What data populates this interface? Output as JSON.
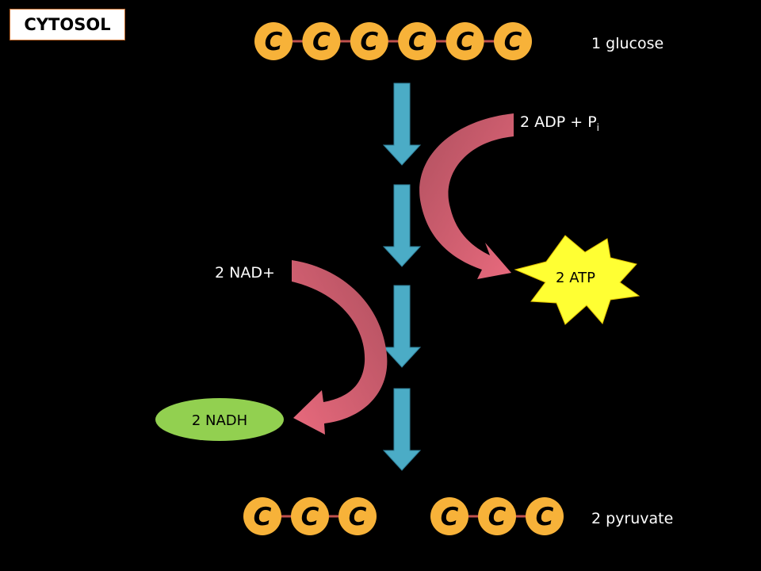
{
  "compartment_label": "CYTOSOL",
  "glucose": {
    "carbons": [
      "C",
      "C",
      "C",
      "C",
      "C",
      "C"
    ],
    "label": "1 glucose"
  },
  "pyruvate": {
    "molecules": [
      [
        "C",
        "C",
        "C"
      ],
      [
        "C",
        "C",
        "C"
      ]
    ],
    "label": "2 pyruvate"
  },
  "inputs": {
    "adp": {
      "text": "2 ADP + P",
      "subscript": "i"
    },
    "nad": {
      "text": "2 NAD+"
    }
  },
  "outputs": {
    "atp": {
      "text": "2 ATP"
    },
    "nadh": {
      "text": "2 NADH"
    }
  },
  "colors": {
    "background": "#000000",
    "carbon_bead": "#F7B239",
    "bond": "#C0504D",
    "step_arrow": "#4BACC6",
    "curved_arrow": "#E06477",
    "atp_burst": "#FFFF33",
    "nadh_ellipse": "#92D050"
  }
}
